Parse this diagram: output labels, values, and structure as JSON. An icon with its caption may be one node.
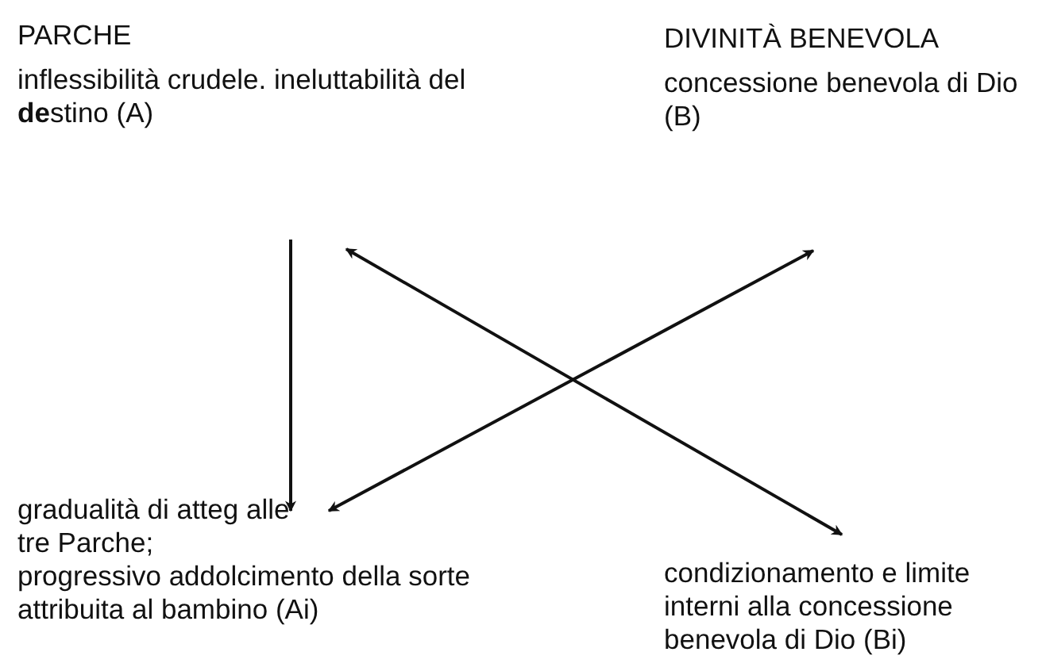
{
  "diagram": {
    "nodes": [
      {
        "text": [
          "PARCHE",
          "inflessibilità crudele. ineluttabilità del **de**stino (A)"
        ]
      },
      {
        "text": [
          "DIVINITÀ BENEVOLA",
          "concessione benevola di Dio (B)"
        ]
      },
      {
        "text": [
          "gradualità di atteg alle tre Parche;",
          "progressivo addolcimento della sorte attribuita al bambino (Ai)"
        ]
      },
      {
        "text": [
          "condizionamento e limite interni alla concessione benevola di Dio (Bi)"
        ]
      }
    ],
    "edges": [
      {
        "from": 0,
        "to": 2,
        "arrow": "to"
      },
      {
        "from": 2,
        "to": 1,
        "arrow": "both"
      },
      {
        "from": 0,
        "to": 3,
        "arrow": "both"
      }
    ]
  }
}
